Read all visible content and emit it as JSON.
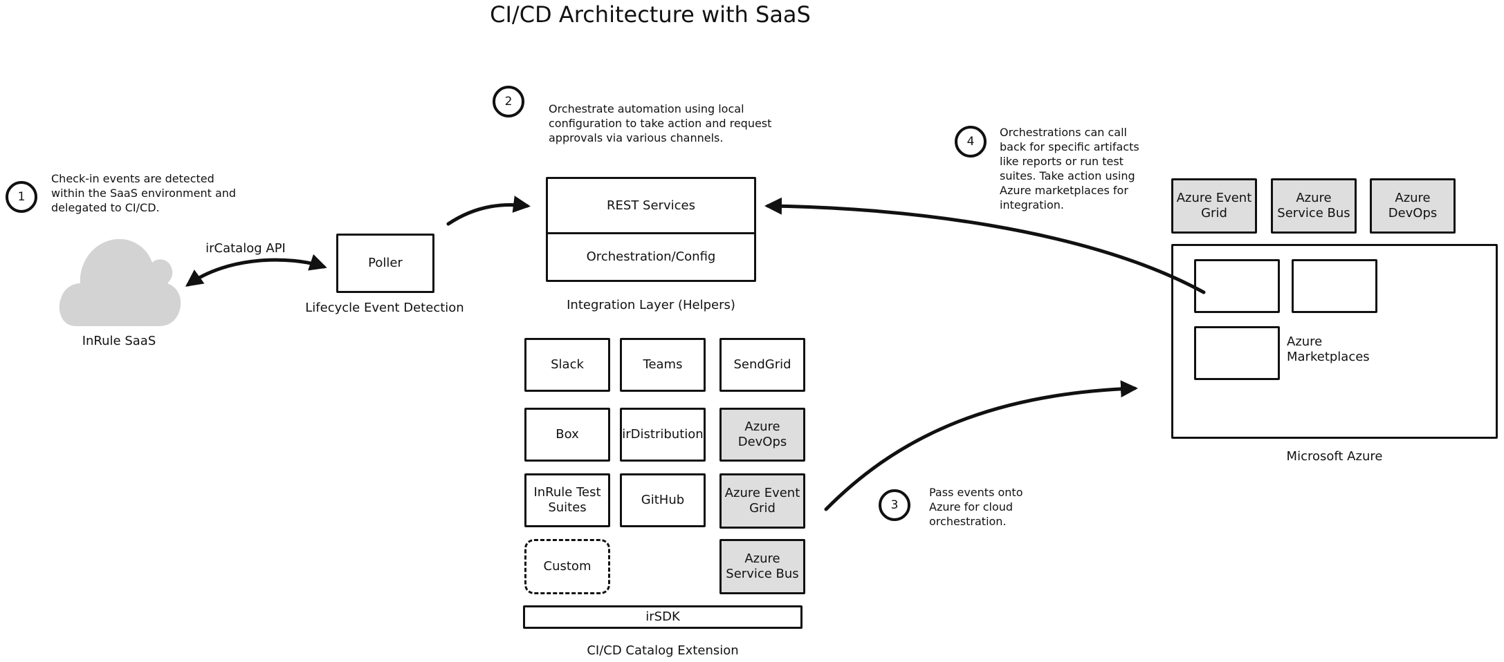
{
  "title": "CI/CD Architecture with SaaS",
  "steps": {
    "one": {
      "num": "1",
      "text": "Check-in events are detected\nwithin the SaaS environment and\ndelegated to CI/CD."
    },
    "two": {
      "num": "2",
      "text": "Orchestrate automation using local\nconfiguration to take action and request\napprovals via various channels."
    },
    "three": {
      "num": "3",
      "text": "Pass events onto\nAzure for cloud\norchestration."
    },
    "four": {
      "num": "4",
      "text": "Orchestrations can call\nback for specific artifacts\nlike reports or run test\nsuites.  Take action using\nAzure marketplaces for\nintegration."
    }
  },
  "saas": {
    "label": "InRule SaaS",
    "api_label": "irCatalog API"
  },
  "poller": {
    "label": "Poller",
    "caption": "Lifecycle Event Detection"
  },
  "integration": {
    "rest": "REST Services",
    "orch": "Orchestration/Config",
    "caption": "Integration Layer (Helpers)"
  },
  "extension": {
    "caption": "CI/CD Catalog Extension",
    "sdk": "irSDK",
    "items": {
      "slack": "Slack",
      "teams": "Teams",
      "sendgrid": "SendGrid",
      "box": "Box",
      "irdistribution": "irDistribution",
      "azure_devops": "Azure\nDevOps",
      "test_suites": "InRule Test\nSuites",
      "github": "GitHub",
      "azure_event_grid": "Azure Event\nGrid",
      "custom": "Custom",
      "azure_service_bus": "Azure\nService Bus"
    }
  },
  "azure": {
    "caption": "Microsoft Azure",
    "marketplaces": "Azure\nMarketplaces",
    "top": {
      "event_grid": "Azure Event\nGrid",
      "service_bus": "Azure\nService Bus",
      "devops": "Azure\nDevOps"
    }
  },
  "colors": {
    "ink": "#111111",
    "gray_fill": "#dedede",
    "cloud": "#d3d3d3"
  }
}
